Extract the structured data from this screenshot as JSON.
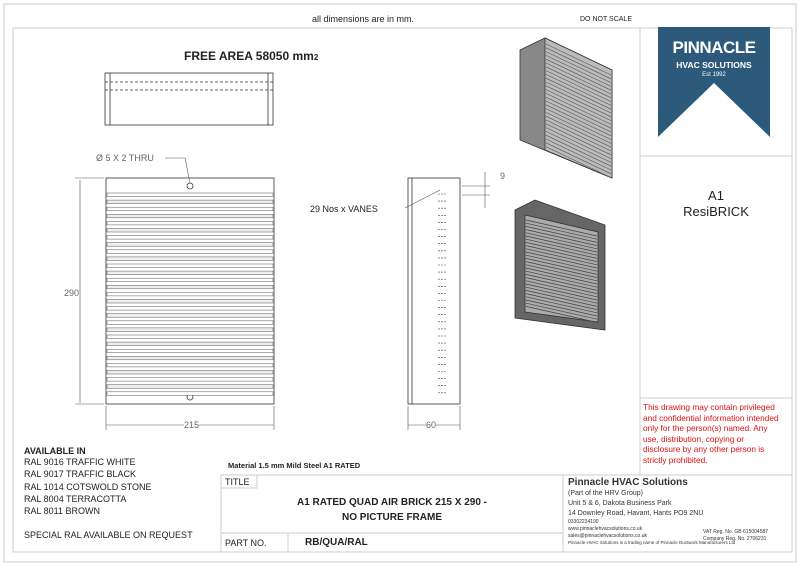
{
  "header": {
    "dims_note": "all dimensions are in mm.",
    "scale_note": "DO NOT SCALE"
  },
  "drawing": {
    "free_area_label": "FREE AREA 58050 mm",
    "free_area_unit_sup": "2",
    "hole_note": "Ø 5 X 2 THRU",
    "vanes_note": "29 Nos x VANES",
    "dim_height": "290",
    "dim_width": "215",
    "dim_depth": "60",
    "dim_vane_pitch": "9",
    "material_note": "Material 1.5 mm Mild Steel A1 RATED"
  },
  "colours": {
    "heading": "AVAILABLE IN",
    "items": [
      "RAL 9016 TRAFFIC WHITE",
      "RAL 9017 TRAFFIC BLACK",
      "RAL 1014 COTSWOLD STONE",
      "RAL 8004 TERRACOTTA",
      "RAL 8011 BROWN"
    ],
    "special": "SPECIAL RAL AVAILABLE ON REQUEST"
  },
  "title_block": {
    "title_label": "TITLE",
    "title_line1": "A1 RATED QUAD AIR BRICK 215 X 290 -",
    "title_line2": "NO PICTURE FRAME",
    "part_label": "PART NO.",
    "part_value": "RB/QUA/RAL"
  },
  "logo": {
    "name": "PINNACLE",
    "sub": "HVAC SOLUTIONS",
    "est": "Est 1992",
    "color": "#2d5a7b"
  },
  "product": {
    "line1": "A1",
    "line2": "ResiBRICK"
  },
  "disclaimer": "This drawing may contain privileged and confidential information intended only for the person(s) named. Any use, distribution, copying or disclosure by any other person is strictly prohibited.",
  "company": {
    "name": "Pinnacle HVAC Solutions",
    "group": "(Part of the HRV Group)",
    "addr1": "Unit 5 & 6, Dakota Business Park",
    "addr2": "14 Downley Road, Havant, Hants PO9 2NU",
    "phone": "03302234190",
    "web": "www.pinnaclehvacsolutions.co.uk",
    "email": "sales@pinnaclehvacsolutions.co.uk",
    "vat": "VAT Reg. No. GB 615004587",
    "company_reg": "Company Reg. No. 2706231",
    "footer": "Pinnacle HVAC Solutions is a trading name of Pinnacle Ductwork Manufacturers Ltd"
  }
}
